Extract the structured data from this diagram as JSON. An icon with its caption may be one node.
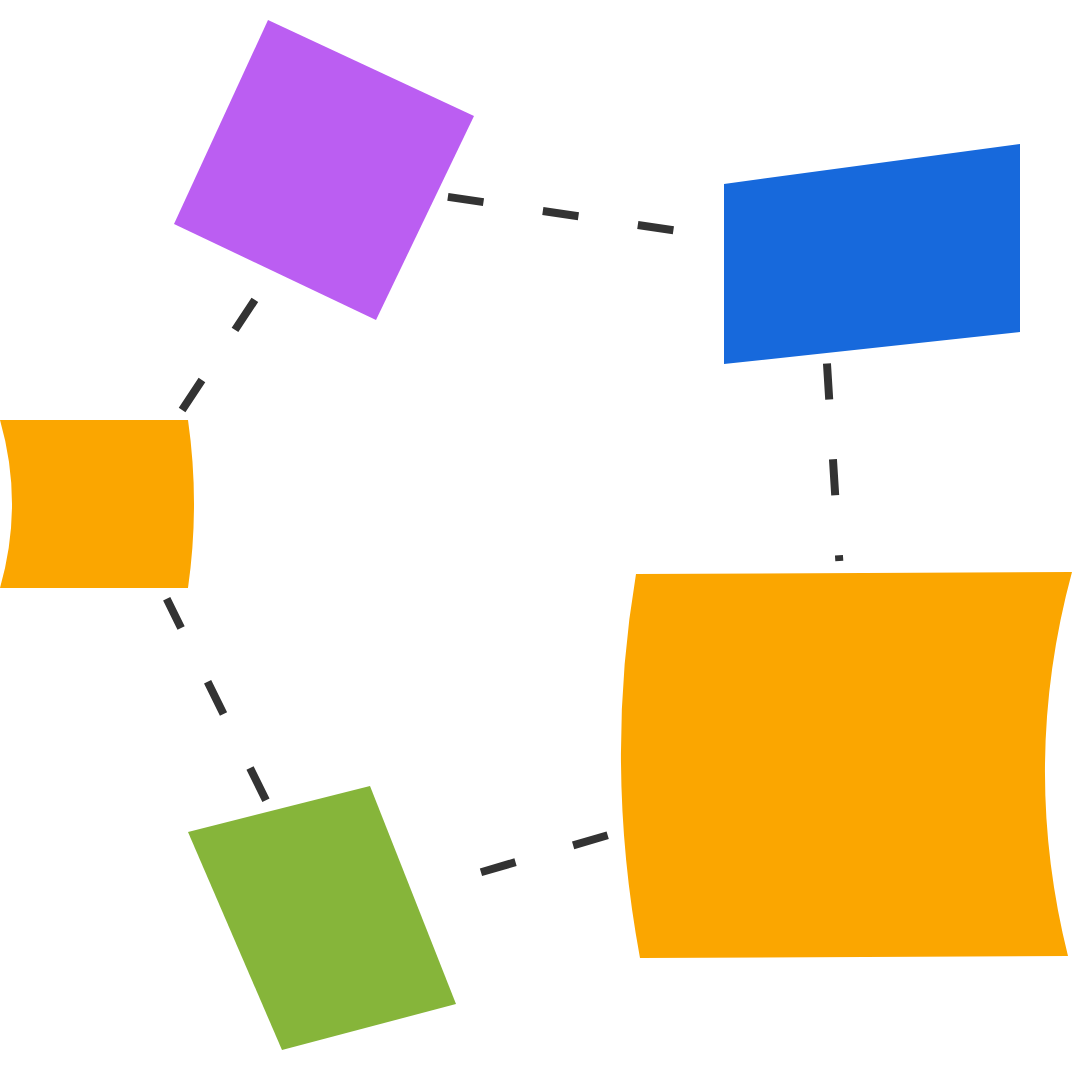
{
  "diagram": {
    "nodes": [
      {
        "text": [],
        "shape": "box"
      },
      {
        "text": [],
        "shape": "box"
      },
      {
        "text": [],
        "shape": "box"
      },
      {
        "text": [],
        "shape": "box"
      },
      {
        "text": [],
        "shape": "box"
      }
    ],
    "edges": [
      {
        "from": 0,
        "to": 1,
        "arrow": "none",
        "style": "dashed"
      },
      {
        "from": 1,
        "to": 3,
        "arrow": "none",
        "style": "dashed"
      },
      {
        "from": 3,
        "to": 4,
        "arrow": "none",
        "style": "dashed"
      },
      {
        "from": 4,
        "to": 2,
        "arrow": "none",
        "style": "dashed"
      },
      {
        "from": 2,
        "to": 0,
        "arrow": "none",
        "style": "dashed"
      }
    ]
  }
}
